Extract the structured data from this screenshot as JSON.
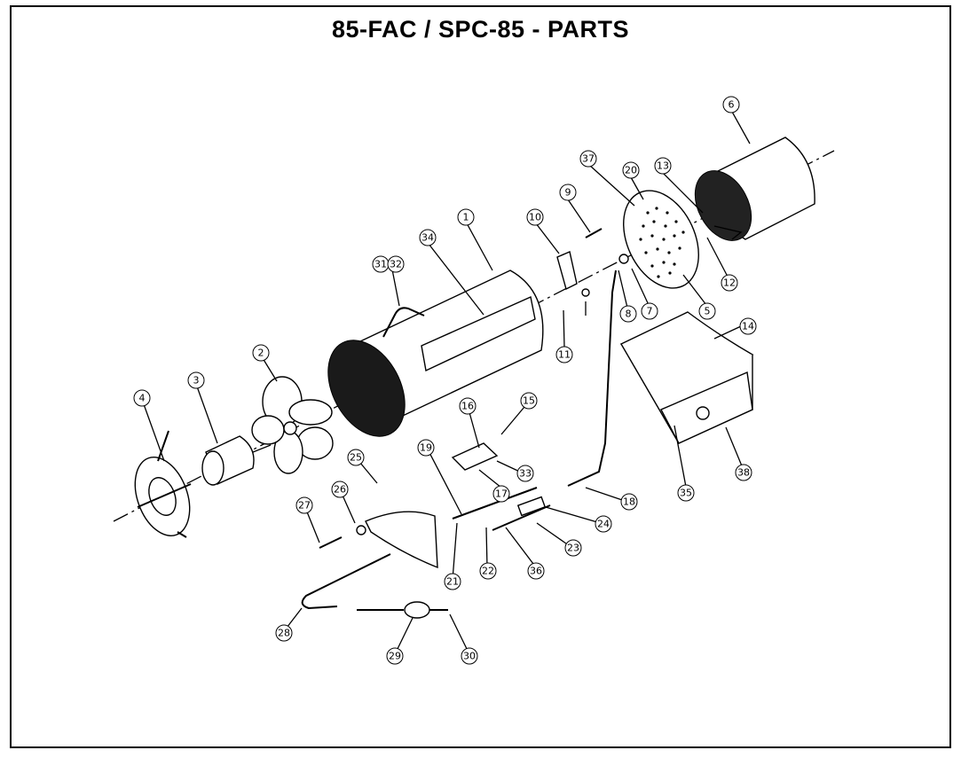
{
  "title": "85-FAC / SPC-85 - PARTS",
  "callouts": [
    "1",
    "2",
    "3",
    "4",
    "5",
    "6",
    "7",
    "8",
    "9",
    "10",
    "11",
    "12",
    "13",
    "14",
    "15",
    "16",
    "17",
    "18",
    "19",
    "20",
    "21",
    "22",
    "23",
    "24",
    "25",
    "26",
    "27",
    "28",
    "29",
    "30",
    "31",
    "32",
    "33",
    "34",
    "35",
    "36",
    "37",
    "38"
  ]
}
